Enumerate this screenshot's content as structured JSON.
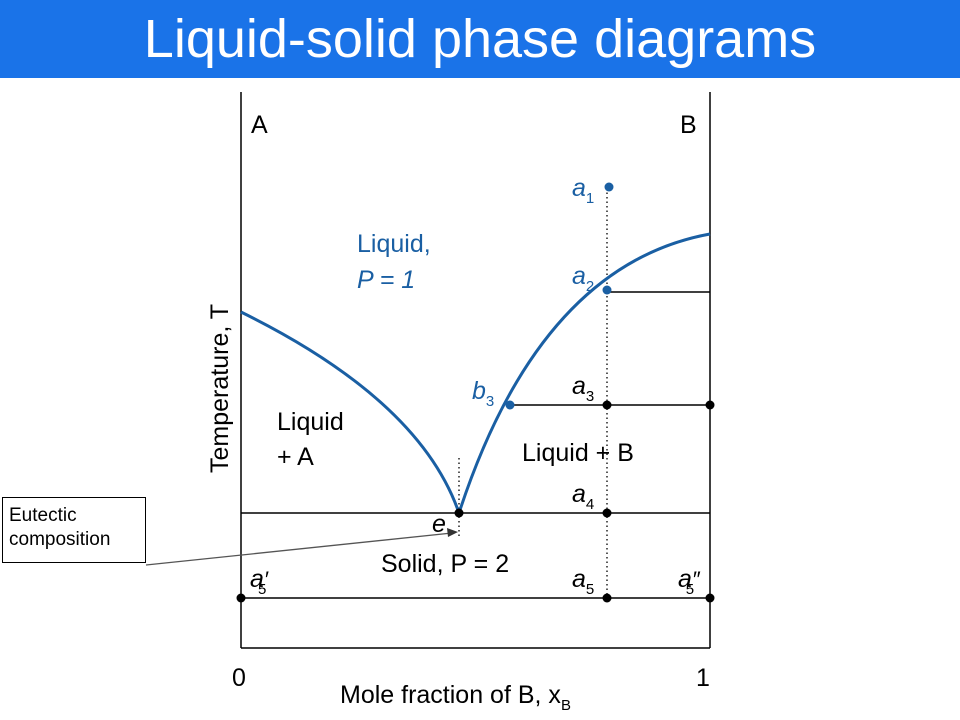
{
  "header": {
    "title": "Liquid-solid phase diagrams"
  },
  "diagram": {
    "corner_labels": {
      "left": "A",
      "right": "B"
    },
    "axes": {
      "y_label": "Temperature, T",
      "x_label": "Mole fraction of B, x",
      "x_label_sub": "B",
      "x_tick_min": "0",
      "x_tick_max": "1"
    },
    "regions": {
      "liquid": {
        "line1": "Liquid,",
        "line2": "P = 1"
      },
      "liquid_a": {
        "line1": "Liquid",
        "line2": "+ A"
      },
      "liquid_b": "Liquid + B",
      "solid": "Solid, P = 2"
    },
    "points": {
      "a1": {
        "base": "a",
        "sub": "1"
      },
      "a2": {
        "base": "a",
        "sub": "2"
      },
      "a3": {
        "base": "a",
        "sub": "3"
      },
      "a4": {
        "base": "a",
        "sub": "4"
      },
      "a5": {
        "base": "a",
        "sub": "5"
      },
      "a5_prime": {
        "base": "a",
        "sub": "5",
        "mark": "′"
      },
      "a5_dprime": {
        "base": "a",
        "sub": "5",
        "mark": "″"
      },
      "b3": {
        "base": "b",
        "sub": "3"
      },
      "e": "e"
    },
    "colors": {
      "curve": "#1a5fa3",
      "label_blue": "#1a5fa3",
      "title_bar": "#1a73e8"
    }
  },
  "callout": {
    "line1": "Eutectic",
    "line2": "composition"
  }
}
